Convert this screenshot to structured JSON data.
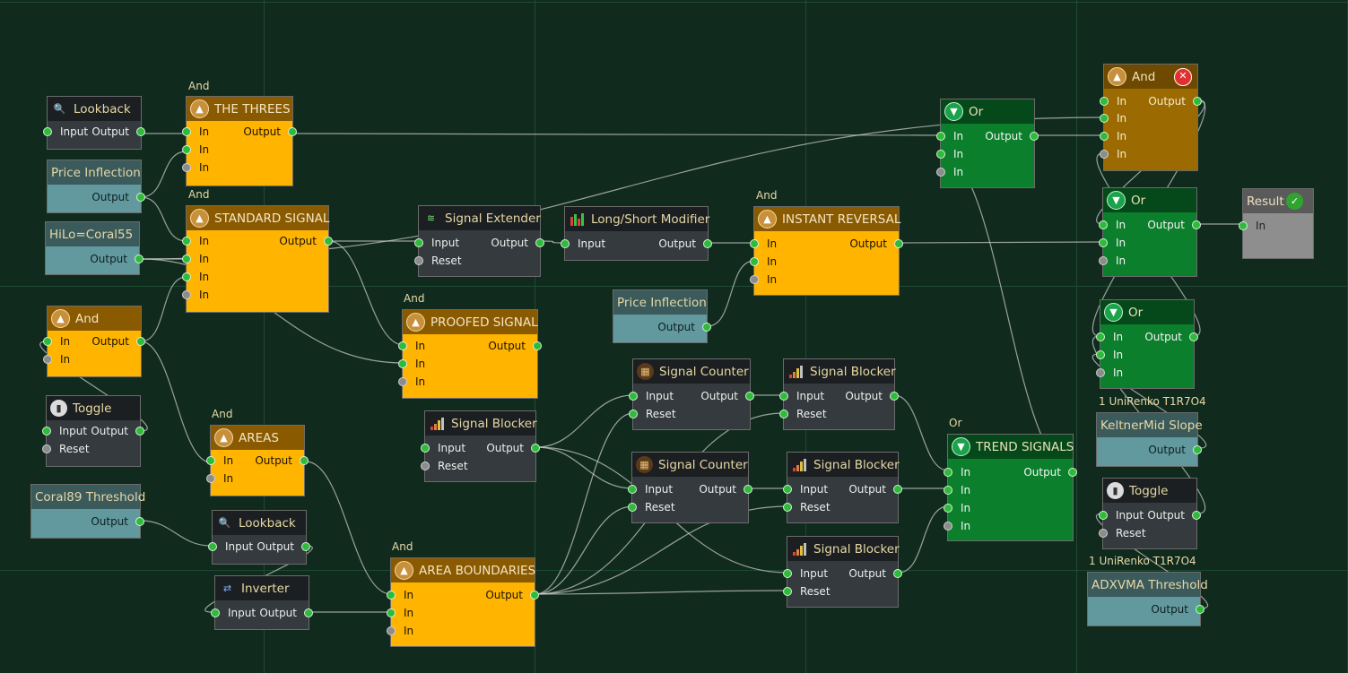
{
  "canvas": {
    "background": "#102b1d"
  },
  "colors": {
    "and": "#ffb400",
    "or": "#0c7f2c",
    "signal": "#343a3d",
    "indicator": "#62999f",
    "result": "#8e8e8e",
    "wire": "#c8c8c8",
    "port_on": "#2fbb3a"
  },
  "nodes": {
    "lookback1": {
      "title": "Lookback",
      "icon": "magnifier-icon",
      "in1": "Input",
      "out1": "Output"
    },
    "the_threes": {
      "top_label": "And",
      "title": "THE THREES",
      "in1": "In",
      "in2": "In",
      "in3": "In",
      "out1": "Output"
    },
    "price_inflection1": {
      "title": "Price Inflection",
      "out1": "Output"
    },
    "hilo": {
      "title": "HiLo=Coral55",
      "out1": "Output"
    },
    "standard_signal": {
      "top_label": "And",
      "title": "STANDARD SIGNAL",
      "in1": "In",
      "in2": "In",
      "in3": "In",
      "in4": "In",
      "out1": "Output"
    },
    "and_left": {
      "title": "And",
      "in1": "In",
      "in2": "In",
      "out1": "Output"
    },
    "toggle1": {
      "title": "Toggle",
      "in1": "Input",
      "in2": "Reset",
      "out1": "Output"
    },
    "coral89": {
      "title": "Coral89 Threshold",
      "out1": "Output"
    },
    "areas": {
      "top_label": "And",
      "title": "AREAS",
      "in1": "In",
      "in2": "In",
      "out1": "Output"
    },
    "lookback2": {
      "title": "Lookback",
      "in1": "Input",
      "out1": "Output"
    },
    "inverter": {
      "title": "Inverter",
      "in1": "Input",
      "out1": "Output"
    },
    "signal_extender": {
      "title": "Signal Extender",
      "in1": "Input",
      "in2": "Reset",
      "out1": "Output"
    },
    "long_short": {
      "title": "Long/Short Modifier",
      "in1": "Input",
      "out1": "Output"
    },
    "proofed_signal": {
      "top_label": "And",
      "title": "PROOFED SIGNAL",
      "in1": "In",
      "in2": "In",
      "in3": "In",
      "out1": "Output"
    },
    "signal_blocker1": {
      "title": "Signal Blocker",
      "in1": "Input",
      "in2": "Reset",
      "out1": "Output"
    },
    "area_boundaries": {
      "top_label": "And",
      "title": "AREA BOUNDARIES",
      "in1": "In",
      "in2": "In",
      "in3": "In",
      "out1": "Output"
    },
    "price_inflection2": {
      "title": "Price Inflection",
      "out1": "Output"
    },
    "instant_reversal": {
      "top_label": "And",
      "title": "INSTANT REVERSAL",
      "in1": "In",
      "in2": "In",
      "in3": "In",
      "out1": "Output"
    },
    "signal_counter1": {
      "title": "Signal Counter",
      "in1": "Input",
      "in2": "Reset",
      "out1": "Output"
    },
    "signal_counter2": {
      "title": "Signal Counter",
      "in1": "Input",
      "in2": "Reset",
      "out1": "Output"
    },
    "signal_blocker2": {
      "title": "Signal Blocker",
      "in1": "Input",
      "in2": "Reset",
      "out1": "Output"
    },
    "signal_blocker3": {
      "title": "Signal Blocker",
      "in1": "Input",
      "in2": "Reset",
      "out1": "Output"
    },
    "signal_blocker4": {
      "title": "Signal Blocker",
      "in1": "Input",
      "in2": "Reset",
      "out1": "Output"
    },
    "or_top": {
      "title": "Or",
      "in1": "In",
      "in2": "In",
      "in3": "In",
      "out1": "Output"
    },
    "trend_signals": {
      "top_label": "Or",
      "title": "TREND SIGNALS",
      "in1": "In",
      "in2": "In",
      "in3": "In",
      "in4": "In",
      "out1": "Output"
    },
    "and_right": {
      "title": "And",
      "in1": "In",
      "in2": "In",
      "in3": "In",
      "in4": "In",
      "out1": "Output"
    },
    "or_mid": {
      "title": "Or",
      "in1": "In",
      "in2": "In",
      "in3": "In",
      "out1": "Output"
    },
    "result": {
      "title": "Result",
      "in1": "In"
    },
    "or_low": {
      "title": "Or",
      "in1": "In",
      "in2": "In",
      "in3": "In",
      "out1": "Output"
    },
    "keltner": {
      "top_label": "1 UniRenko T1R7O4",
      "title": "KeltnerMid Slope",
      "out1": "Output"
    },
    "toggle2": {
      "title": "Toggle",
      "in1": "Input",
      "in2": "Reset",
      "out1": "Output"
    },
    "adxvma": {
      "top_label": "1 UniRenko T1R7O4",
      "title": "ADXVMA Threshold",
      "out1": "Output"
    }
  }
}
